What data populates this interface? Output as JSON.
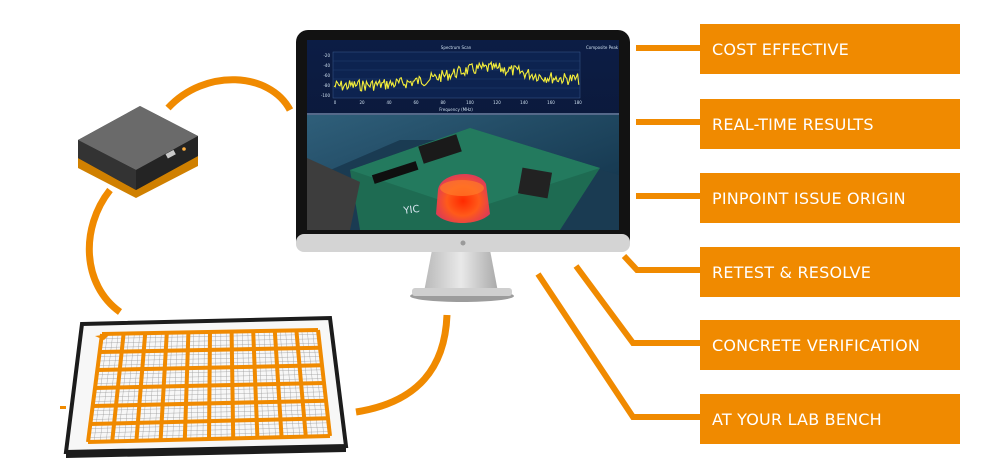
{
  "labels": [
    "COST EFFECTIVE",
    "REAL-TIME RESULTS",
    "PINPOINT ISSUE ORIGIN",
    "RETEST & RESOLVE",
    "CONCRETE VERIFICATION",
    "AT YOUR LAB BENCH"
  ],
  "monitor": {
    "plot_title": "Spectrum Scan",
    "x_axis_label": "Frequency (MHz)",
    "legend_text": "Composite Peak",
    "x_ticks": [
      "0",
      "20",
      "40",
      "60",
      "80",
      "100",
      "120",
      "140",
      "160",
      "180"
    ],
    "y_ticks": [
      "-20",
      "-40",
      "-60",
      "-80",
      "-100"
    ]
  },
  "colors": {
    "accent": "#f08a00",
    "screen_bg": "#0b1a3a",
    "trace": "#f5ef3a",
    "bezel": "#111111",
    "stand": "#c8c8c8"
  },
  "icons": {
    "usb_device": "usb-receiver-icon",
    "scanner_board": "scanner-grid-icon",
    "monitor": "monitor-icon"
  }
}
